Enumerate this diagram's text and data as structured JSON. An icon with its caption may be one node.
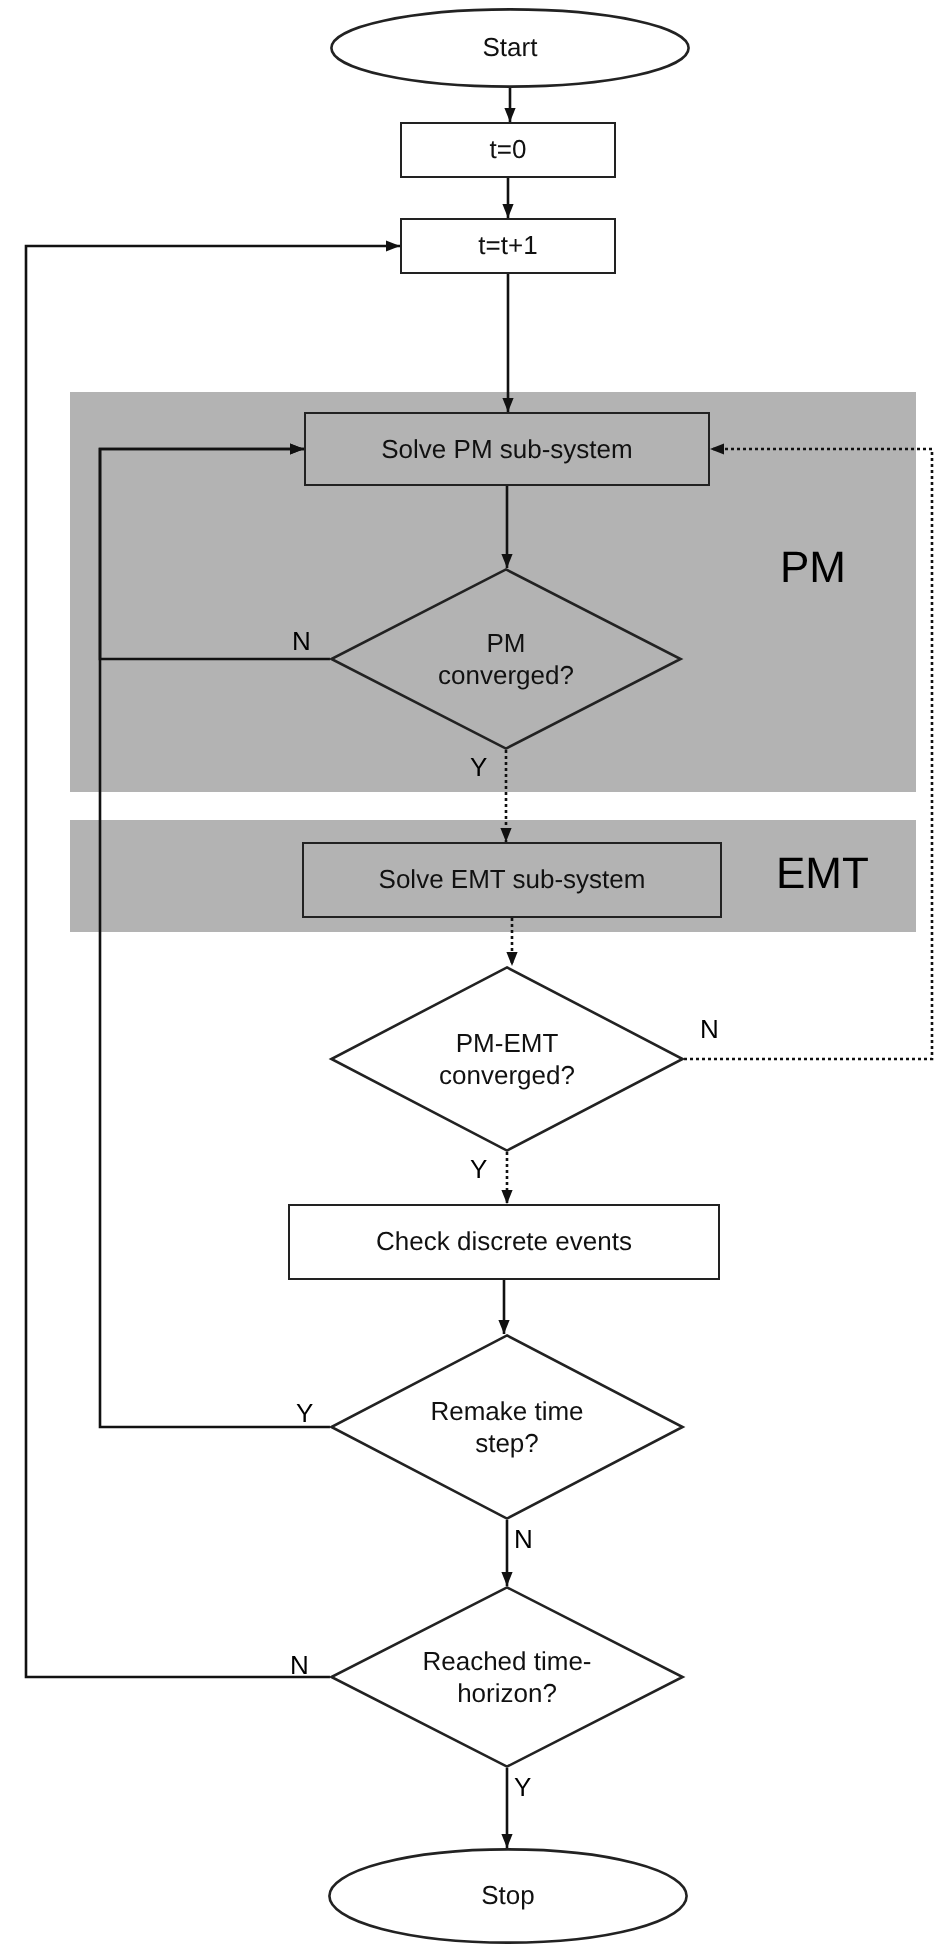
{
  "diagram": {
    "nodes": [
      {
        "text": [
          "Start"
        ]
      },
      {
        "text": [
          "t=0"
        ]
      },
      {
        "text": [
          "t=t+1"
        ]
      },
      {
        "text": [
          "PM"
        ]
      },
      {
        "text": [
          "Solve PM sub-system"
        ],
        "in": 3
      },
      {
        "text": [
          "PM converged?"
        ],
        "in": 3
      },
      {
        "text": [
          "EMT"
        ]
      },
      {
        "text": [
          "Solve EMT sub-system"
        ],
        "in": 6
      },
      {
        "text": [
          "PM-EMT converged?"
        ]
      },
      {
        "text": [
          "Check discrete events"
        ]
      },
      {
        "text": [
          "Remake time step?"
        ]
      },
      {
        "text": [
          "Reached time-horizon?"
        ]
      },
      {
        "text": [
          "Stop"
        ]
      }
    ],
    "edges": [
      {
        "from": 0,
        "to": 1,
        "arrow": "to"
      },
      {
        "from": 1,
        "to": 2,
        "arrow": "to"
      },
      {
        "from": 2,
        "to": 4,
        "arrow": "to"
      },
      {
        "from": 4,
        "to": 5,
        "arrow": "to"
      },
      {
        "from": 5,
        "to": 4,
        "arrow": "to",
        "label": "N"
      },
      {
        "from": 5,
        "to": 7,
        "arrow": "to",
        "label": "Y",
        "style": "dashed"
      },
      {
        "from": 7,
        "to": 8,
        "arrow": "to",
        "style": "dashed"
      },
      {
        "from": 8,
        "to": 4,
        "arrow": "to",
        "label": "N",
        "style": "dashed"
      },
      {
        "from": 8,
        "to": 9,
        "arrow": "to",
        "label": "Y",
        "style": "dashed"
      },
      {
        "from": 9,
        "to": 10,
        "arrow": "to"
      },
      {
        "from": 10,
        "to": 4,
        "arrow": "to",
        "label": "Y"
      },
      {
        "from": 10,
        "to": 11,
        "arrow": "to",
        "label": "N"
      },
      {
        "from": 11,
        "to": 2,
        "arrow": "to",
        "label": "N"
      },
      {
        "from": 11,
        "to": 12,
        "arrow": "to",
        "label": "Y"
      }
    ]
  }
}
